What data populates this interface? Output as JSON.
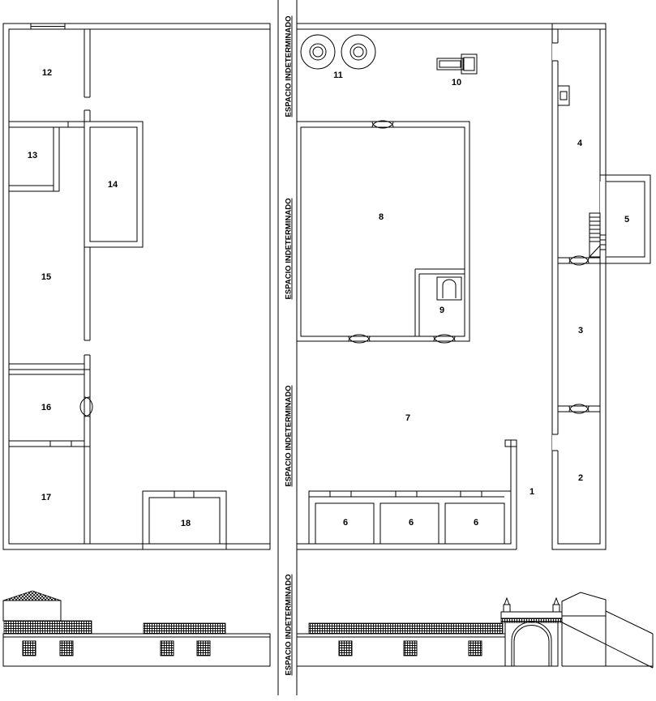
{
  "rooms": {
    "r1": "1",
    "r2": "2",
    "r3": "3",
    "r4": "4",
    "r5": "5",
    "r6a": "6",
    "r6b": "6",
    "r6c": "6",
    "r7": "7",
    "r8": "8",
    "r9": "9",
    "r10": "10",
    "r11": "11",
    "r12": "12",
    "r13": "13",
    "r14": "14",
    "r15": "15",
    "r16": "16",
    "r17": "17",
    "r18": "18"
  },
  "gap_label": "ESPACIO INDETERMINADO"
}
